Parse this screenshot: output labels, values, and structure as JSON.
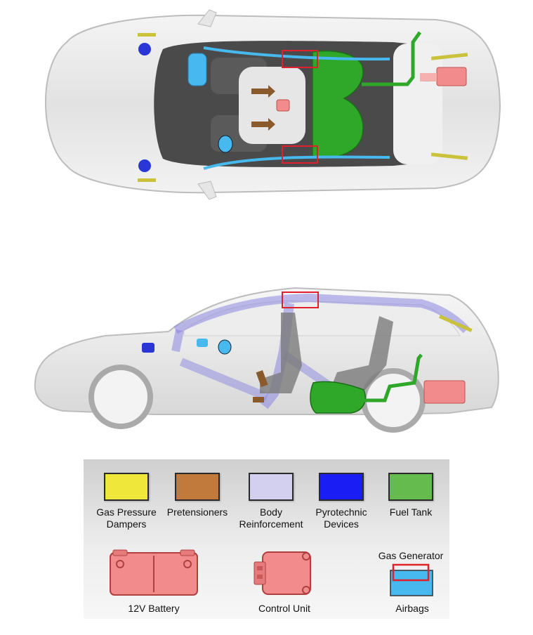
{
  "legend": {
    "items": [
      {
        "label": "Gas Pressure\nDampers",
        "color": "#efe73a"
      },
      {
        "label": "Pretensioners",
        "color": "#c17a3b"
      },
      {
        "label": "Body\nReinforcement",
        "color": "#d3cfee"
      },
      {
        "label": "Pyrotechnic\nDevices",
        "color": "#1a1ef5"
      },
      {
        "label": "Fuel Tank",
        "color": "#66bb4e"
      }
    ],
    "battery_label": "12V Battery",
    "control_unit_label": "Control Unit",
    "gas_generator_label": "Gas Generator",
    "airbags_label": "Airbags"
  },
  "colors": {
    "battery": "#f28c8c",
    "airbag": "#47b9ee",
    "gas_generator_outline": "#e0202a",
    "fuel_tank": "#2fa82a",
    "body_reinforcement": "#8a86e0",
    "pyrotechnic": "#2a36d6",
    "pretensioner": "#8a5a2b",
    "damper": "#c9c23a"
  }
}
